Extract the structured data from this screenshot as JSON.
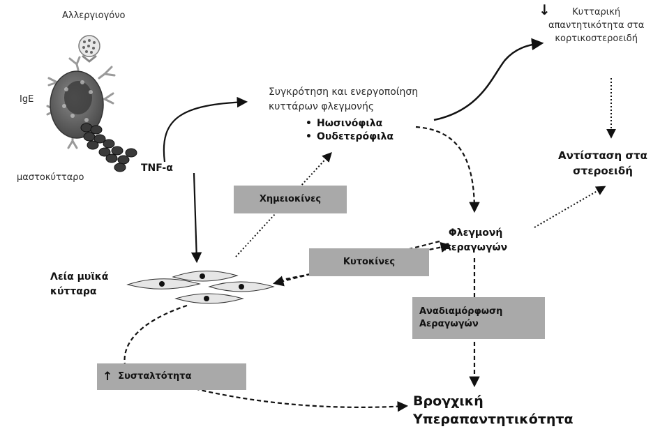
{
  "labels": {
    "allergen": "Αλλεργιογόνο",
    "ige": "IgE",
    "mast_cell": "μαστοκύτταρο",
    "tnf": "TNF-α",
    "recruitment_line1": "Συγκρότηση και ενεργοποίηση",
    "recruitment_line2": "κυττάρων φλεγμονής",
    "cells": [
      "Ηωσινόφιλα",
      "Ουδετερόφιλα"
    ],
    "reduced_arrow": "↓",
    "responsiveness_line1": "Κυτταρική",
    "responsiveness_line2": "απαντητικότητα στα",
    "responsiveness_line3": "κορτικοστεροειδή",
    "resistance_line1": "Αντίσταση στα",
    "resistance_line2": "στεροειδή",
    "inflammation_line1": "Φλεγμονή",
    "inflammation_line2": "Αεραγωγών",
    "smooth_line1": "Λεία μυϊκά",
    "smooth_line2": "κύτταρα",
    "chemokines": "Χημειοκίνες",
    "cytokines": "Κυτοκίνες",
    "remodeling_line1": "Αναδιαμόρφωση",
    "remodeling_line2": "Αεραγωγών",
    "contractility_arrow": "↑",
    "contractility": "Συσταλτότητα",
    "hyper_line1": "Βρογχική",
    "hyper_line2": "Υπεραπαντητικότητα"
  },
  "colors": {
    "box_fill": "#a9a9a9",
    "arrow": "#111111",
    "mast_cell_fill": "#6e6e6e",
    "granule_fill": "#3a3a3a",
    "receptor": "#9a9a9a"
  },
  "icons": {
    "allergen": "allergen-particle-icon",
    "mast_cell": "mast-cell-icon",
    "smooth_muscle": "smooth-muscle-cells-icon"
  }
}
